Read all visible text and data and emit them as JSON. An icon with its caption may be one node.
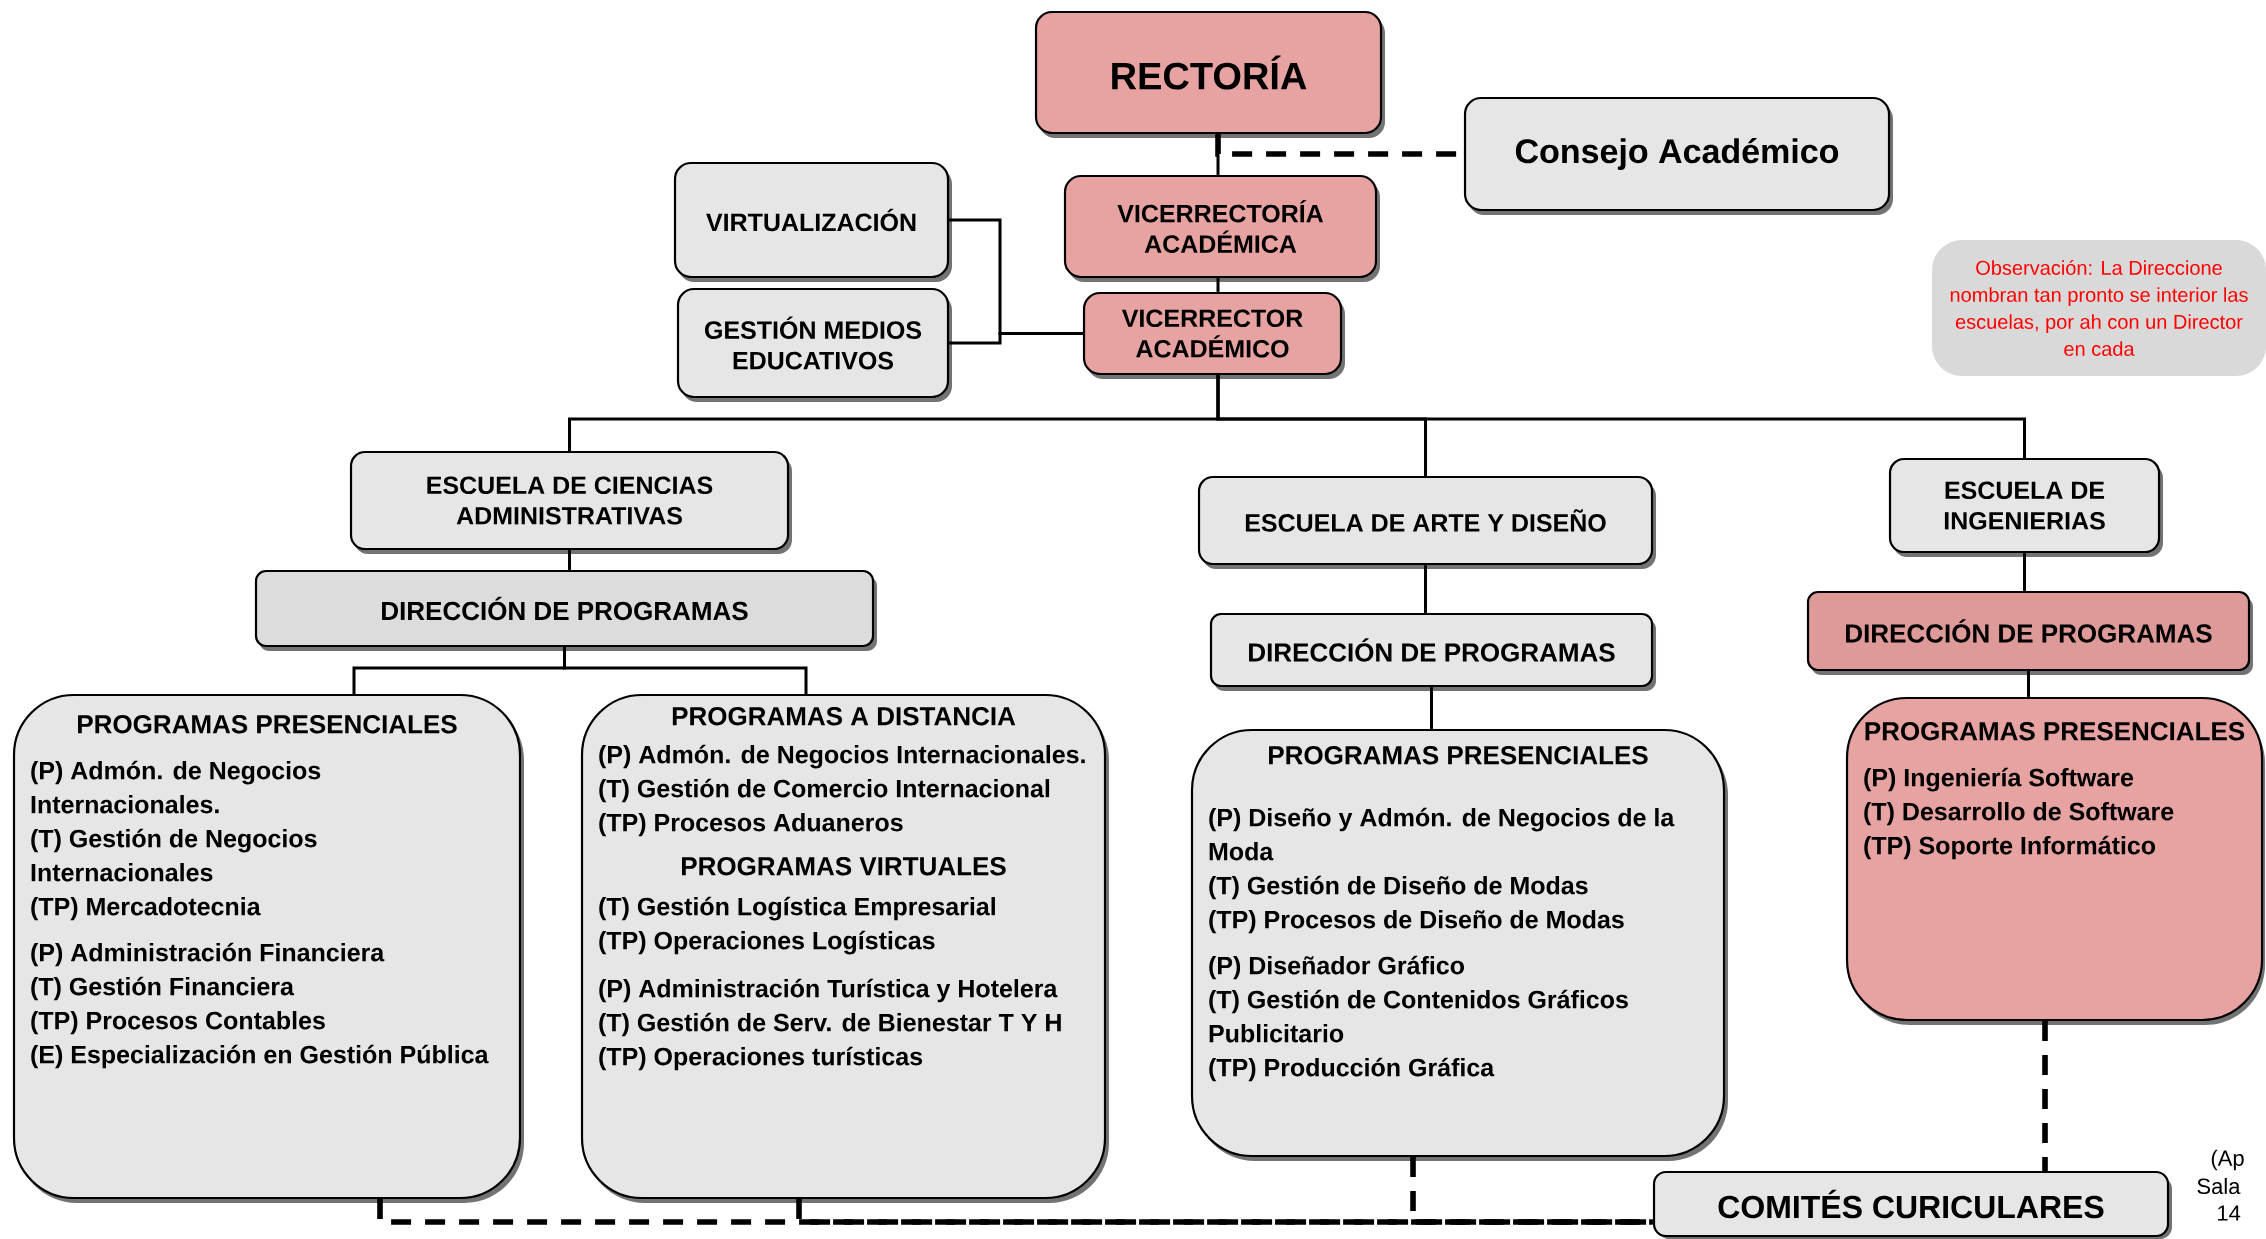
{
  "diagram": {
    "nodes": [
      {
        "text": [
          "RECTORÍA"
        ]
      },
      {
        "text": [
          "Consejo Académico"
        ]
      },
      {
        "text": [
          "VIRTUALIZACIÓN"
        ]
      },
      {
        "text": [
          "GESTIÓN MEDIOS EDUCATIVOS"
        ]
      },
      {
        "text": [
          "VICERRECTORÍA ACADÉMICA"
        ]
      },
      {
        "text": [
          "VICERRECTOR ACADÉMICO"
        ]
      },
      {
        "text": [
          "Observación:  La Direccione nombran tan pronto se interior las escuelas, por ah con un Director en cada"
        ]
      },
      {
        "text": [
          "ESCUELA DE CIENCIAS ADMINISTRATIVAS"
        ]
      },
      {
        "text": [
          "DIRECCIÓN DE PROGRAMAS"
        ]
      },
      {
        "text": [
          "PROGRAMAS PRESENCIALES",
          "(P) Admón. de Negocios Internacionales.",
          "(T) Gestión de Negocios Internacionales",
          "(TP) Mercadotecnia",
          "(P) Administración Financiera",
          "(T) Gestión Financiera",
          "(TP) Procesos Contables",
          "(E) Especialización en Gestión Pública"
        ]
      },
      {
        "text": [
          "PROGRAMAS A DISTANCIA",
          "(P) Admón. de Negocios Internacionales.",
          "(T) Gestión de Comercio Internacional",
          "(TP) Procesos Aduaneros",
          "PROGRAMAS VIRTUALES",
          "(T) Gestión Logística Empresarial",
          "(TP) Operaciones Logísticas",
          "(P) Administración Turística y Hotelera",
          "(T) Gestión de Serv. de Bienestar T Y H",
          "(TP) Operaciones turísticas"
        ]
      },
      {
        "text": [
          "ESCUELA DE ARTE Y DISEÑO"
        ]
      },
      {
        "text": [
          "DIRECCIÓN DE PROGRAMAS"
        ]
      },
      {
        "text": [
          "PROGRAMAS PRESENCIALES",
          "(P) Diseño y Admón. de Negocios de la Moda",
          "(T) Gestión de Diseño de Modas",
          "(TP) Procesos de Diseño de Modas",
          "(P) Diseñador Gráfico",
          "(T) Gestión de Contenidos Gráficos Publicitario",
          "(TP) Producción Gráfica"
        ]
      },
      {
        "text": [
          "ESCUELA DE INGENIERIAS"
        ]
      },
      {
        "text": [
          "DIRECCIÓN DE PROGRAMAS"
        ]
      },
      {
        "text": [
          "PROGRAMAS PRESENCIALES",
          "(P)   Ingeniería Software",
          "(T)  Desarrollo de Software",
          "(TP) Soporte Informático"
        ]
      },
      {
        "text": [
          "COMITÉS  CURICULARES"
        ]
      }
    ],
    "edges": [
      {
        "from": 0,
        "to": 4,
        "arrow": "none"
      },
      {
        "from": 0,
        "to": 1,
        "arrow": "none",
        "style": "dashed"
      },
      {
        "from": 4,
        "to": 5,
        "arrow": "none"
      },
      {
        "from": 5,
        "to": 2,
        "arrow": "none"
      },
      {
        "from": 5,
        "to": 3,
        "arrow": "none"
      },
      {
        "from": 5,
        "to": 7,
        "arrow": "none"
      },
      {
        "from": 5,
        "to": 11,
        "arrow": "none"
      },
      {
        "from": 5,
        "to": 14,
        "arrow": "none"
      },
      {
        "from": 7,
        "to": 8,
        "arrow": "none"
      },
      {
        "from": 8,
        "to": 9,
        "arrow": "none"
      },
      {
        "from": 8,
        "to": 10,
        "arrow": "none"
      },
      {
        "from": 11,
        "to": 12,
        "arrow": "none"
      },
      {
        "from": 12,
        "to": 13,
        "arrow": "none"
      },
      {
        "from": 14,
        "to": 15,
        "arrow": "none"
      },
      {
        "from": 15,
        "to": 16,
        "arrow": "none"
      },
      {
        "from": 16,
        "to": 17,
        "arrow": "none",
        "style": "dashed"
      },
      {
        "from": 9,
        "to": 17,
        "arrow": "none",
        "style": "dashed"
      },
      {
        "from": 10,
        "to": 17,
        "arrow": "none",
        "style": "dashed"
      },
      {
        "from": 13,
        "to": 17,
        "arrow": "none",
        "style": "dashed"
      }
    ],
    "labels": [
      "(Ap",
      "Sala",
      "14"
    ]
  }
}
